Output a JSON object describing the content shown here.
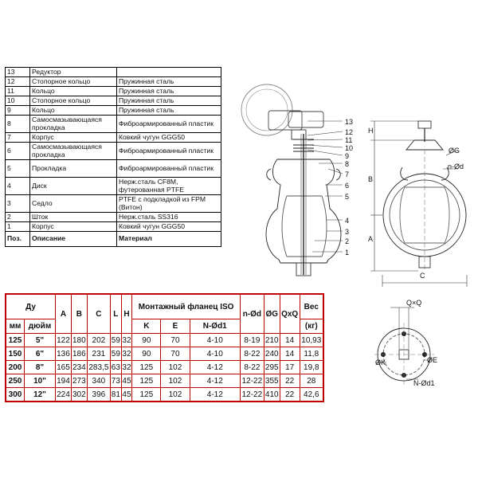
{
  "parts_table": {
    "header": {
      "pos": "Поз.",
      "desc": "Описание",
      "mat": "Материал"
    },
    "rows": [
      {
        "pos": "13",
        "desc": "Редуктор",
        "mat": "",
        "tall": false
      },
      {
        "pos": "12",
        "desc": "Стопорное кольцо",
        "mat": "Пружинная сталь",
        "tall": false
      },
      {
        "pos": "11",
        "desc": "Кольцо",
        "mat": "Пружинная сталь",
        "tall": false
      },
      {
        "pos": "10",
        "desc": "Стопорное кольцо",
        "mat": "Пружинная сталь",
        "tall": false
      },
      {
        "pos": "9",
        "desc": "Кольцо",
        "mat": "Пружинная сталь",
        "tall": false
      },
      {
        "pos": "8",
        "desc": "Самосмазывающаяся прокладка",
        "mat": "Фиброармированный пластик",
        "tall": true
      },
      {
        "pos": "7",
        "desc": "Корпус",
        "mat": "Ковкий чугун GGG50",
        "tall": false
      },
      {
        "pos": "6",
        "desc": "Самосмазывающаяся прокладка",
        "mat": "Фиброармированный пластик",
        "tall": true
      },
      {
        "pos": "5",
        "desc": "Прокладка",
        "mat": "Фиброармированный пластик",
        "tall": true
      },
      {
        "pos": "4",
        "desc": "Диск",
        "mat": "Нерж.сталь CF8M, футерованная PTFE",
        "tall": true
      },
      {
        "pos": "3",
        "desc": "Седло",
        "mat": "PTFE с подкладкой из FPM (Витон)",
        "tall": true
      },
      {
        "pos": "2",
        "desc": "Шток",
        "mat": "Нерж.сталь SS316",
        "tall": false
      },
      {
        "pos": "1",
        "desc": "Корпус",
        "mat": "Ковкий чугун GGG50",
        "tall": false
      }
    ]
  },
  "specs_table": {
    "headers": {
      "du": "Ду",
      "mm": "мм",
      "inch": "дюйм",
      "a": "A",
      "b": "B",
      "c": "C",
      "l": "L",
      "h": "H",
      "flange": "Монтажный фланец ISO",
      "k": "K",
      "e": "E",
      "nod1": "N-Ød1",
      "nod": "n-Ød",
      "og": "ØG",
      "qxq": "QxQ",
      "wt": "Вес",
      "kg": "(кг)"
    },
    "rows": [
      [
        "125",
        "5\"",
        "122",
        "180",
        "202",
        "59",
        "32",
        "90",
        "70",
        "4-10",
        "8-19",
        "210",
        "14",
        "10,93"
      ],
      [
        "150",
        "6\"",
        "136",
        "186",
        "231",
        "59",
        "32",
        "90",
        "70",
        "4-10",
        "8-22",
        "240",
        "14",
        "11,8"
      ],
      [
        "200",
        "8\"",
        "165",
        "234",
        "283,5",
        "63",
        "32",
        "125",
        "102",
        "4-12",
        "8-22",
        "295",
        "17",
        "19,8"
      ],
      [
        "250",
        "10\"",
        "194",
        "273",
        "340",
        "73",
        "45",
        "125",
        "102",
        "4-12",
        "12-22",
        "355",
        "22",
        "28"
      ],
      [
        "300",
        "12\"",
        "224",
        "302",
        "396",
        "81",
        "45",
        "125",
        "102",
        "4-12",
        "12-22",
        "410",
        "22",
        "42,6"
      ]
    ]
  },
  "drawing_labels": {
    "callouts": [
      "13",
      "12",
      "11",
      "10",
      "9",
      "8",
      "7",
      "6",
      "5",
      "4",
      "3",
      "2",
      "1"
    ],
    "dims": {
      "h": "H",
      "b": "B",
      "a": "A",
      "c": "C",
      "og": "ØG",
      "nod": "n-Ød"
    },
    "flange": {
      "qxq": "Q×Q",
      "ok": "ØK",
      "oe": "ØE",
      "nod1": "N-Ød1"
    }
  }
}
